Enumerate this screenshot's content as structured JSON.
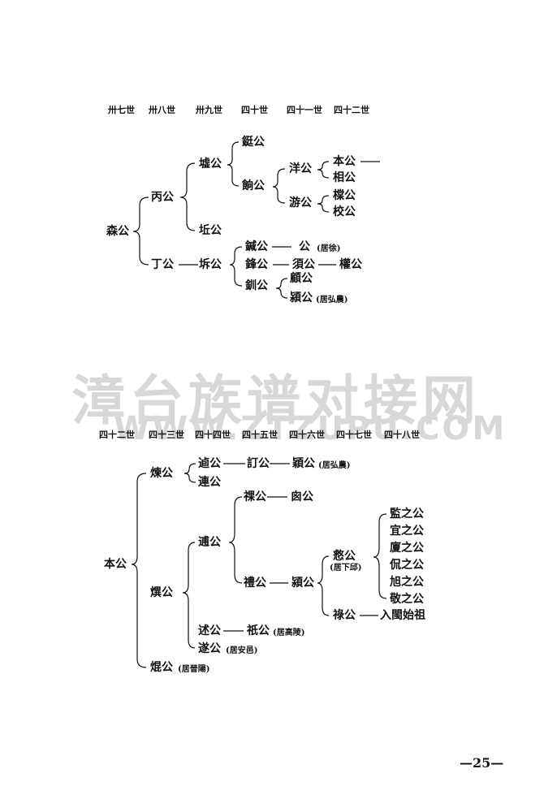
{
  "watermark": {
    "cn": "漳台族谱对接网",
    "en": "WWW.ZTZUPU.COM"
  },
  "page_number": "—25—",
  "tree1": {
    "gens": [
      "卅七世",
      "卅八世",
      "卅九世",
      "四十世",
      "四十一世",
      "四十二世"
    ],
    "n_sen": "森公",
    "n_bing": "丙公",
    "n_ding": "丁公",
    "n_xu": "墟公",
    "n_qiu": "坵公",
    "n_chai": "坼公",
    "n_ting": "鋌公",
    "n_xun": "餉公",
    "n_yang": "洋公",
    "n_you": "游公",
    "n_ben": "本公",
    "n_xiang": "相公",
    "n_mo": "橖公",
    "n_jiao": "校公",
    "n_jian": "鍼公",
    "n_blank": "公",
    "n_blank_note": "(居徐)",
    "n_feng": "鋒公",
    "n_xu2": "須公",
    "n_quan": "權公",
    "n_chuan": "釧公",
    "n_yi": "顧公",
    "n_ying": "潁公",
    "n_ying_note": "(居弘農)"
  },
  "tree2": {
    "gens": [
      "四十二世",
      "四十三世",
      "四十四世",
      "四十五世",
      "四十六世",
      "四十七世",
      "四十八世"
    ],
    "n_ben": "本公",
    "n_lian": "煉公",
    "n_ying": "熼公",
    "n_kun": "焜公",
    "n_kun_note": "(居晉陽)",
    "n_you": "逌公",
    "n_ding": "訂公",
    "n_ying2": "穎公",
    "n_ying2_note": "(居弘農)",
    "n_lian2": "連公",
    "n_tong": "逋公",
    "n_shu": "述公",
    "n_zhi": "祇公",
    "n_zhi_note": "(居高陵)",
    "n_sui": "遂公",
    "n_sui_note": "(居安邑)",
    "n_luo": "祼公",
    "n_yan": "囪公",
    "n_li": "禮公",
    "n_ying3": "潁公",
    "n_kuan": "慦公",
    "n_kuan_note": "(居下邱)",
    "n_lu": "祿公",
    "n_zu": "入閩始祖",
    "c_jian": "監之公",
    "c_yi": "宜之公",
    "c_ao": "廈之公",
    "c_kan": "侃之公",
    "c_xu": "旭之公",
    "c_jing": "敬之公"
  }
}
